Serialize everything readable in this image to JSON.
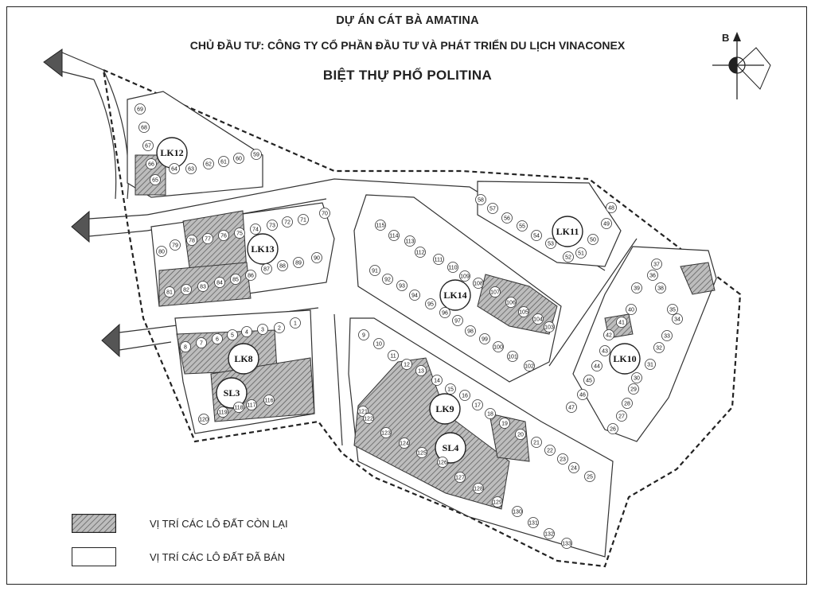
{
  "header": {
    "project": "DỰ ÁN CÁT BÀ AMATINA",
    "investor": "CHỦ ĐẦU TƯ: CÔNG TY CỔ PHẦN ĐẦU TƯ VÀ PHÁT TRIỂN DU LỊCH VINACONEX",
    "subtitle": "BIỆT THỰ PHỐ POLITINA"
  },
  "compass": {
    "label": "B",
    "icon": "north-compass-icon"
  },
  "blocks": [
    "LK12",
    "LK13",
    "LK14",
    "LK11",
    "LK10",
    "LK8",
    "LK9",
    "SL3",
    "SL4"
  ],
  "lots": {
    "LK12": [
      "69",
      "68",
      "67",
      "66",
      "65",
      "64",
      "63",
      "62",
      "61",
      "60",
      "59"
    ],
    "LK13": [
      "80",
      "79",
      "78",
      "77",
      "76",
      "75",
      "74",
      "73",
      "72",
      "71",
      "70",
      "81",
      "82",
      "83",
      "84",
      "85",
      "86",
      "87",
      "88",
      "89",
      "90"
    ],
    "LK14": [
      "115",
      "114",
      "113",
      "112",
      "111",
      "110",
      "109",
      "108",
      "107",
      "106",
      "105",
      "104",
      "103",
      "102",
      "101",
      "100",
      "99",
      "98",
      "97",
      "96",
      "95",
      "94",
      "93",
      "92",
      "91"
    ],
    "LK11": [
      "58",
      "57",
      "56",
      "55",
      "54",
      "53",
      "52",
      "51",
      "50",
      "49",
      "48"
    ],
    "LK10": [
      "37",
      "36",
      "35",
      "34",
      "33",
      "32",
      "31",
      "30",
      "29",
      "28",
      "27",
      "26",
      "38",
      "39",
      "40",
      "41",
      "42",
      "43",
      "44",
      "45",
      "46",
      "47"
    ],
    "LK8": [
      "1",
      "2",
      "3",
      "4",
      "5",
      "6",
      "7",
      "8"
    ],
    "SL3": [
      "116",
      "117",
      "118",
      "119",
      "120"
    ],
    "LK9": [
      "9",
      "10",
      "11",
      "12",
      "13",
      "14",
      "15",
      "16",
      "17",
      "18",
      "19",
      "20",
      "21",
      "22",
      "23",
      "24",
      "25"
    ],
    "SL4": [
      "121",
      "122",
      "123",
      "124",
      "125",
      "126",
      "127",
      "128",
      "129",
      "130",
      "131",
      "132",
      "133"
    ]
  },
  "legend": [
    {
      "label": "VỊ TRÍ CÁC LÔ ĐẤT CÒN LẠI",
      "style": "hatched"
    },
    {
      "label": "VỊ TRÍ CÁC LÔ ĐẤT ĐÃ BÁN",
      "style": "blank"
    }
  ]
}
